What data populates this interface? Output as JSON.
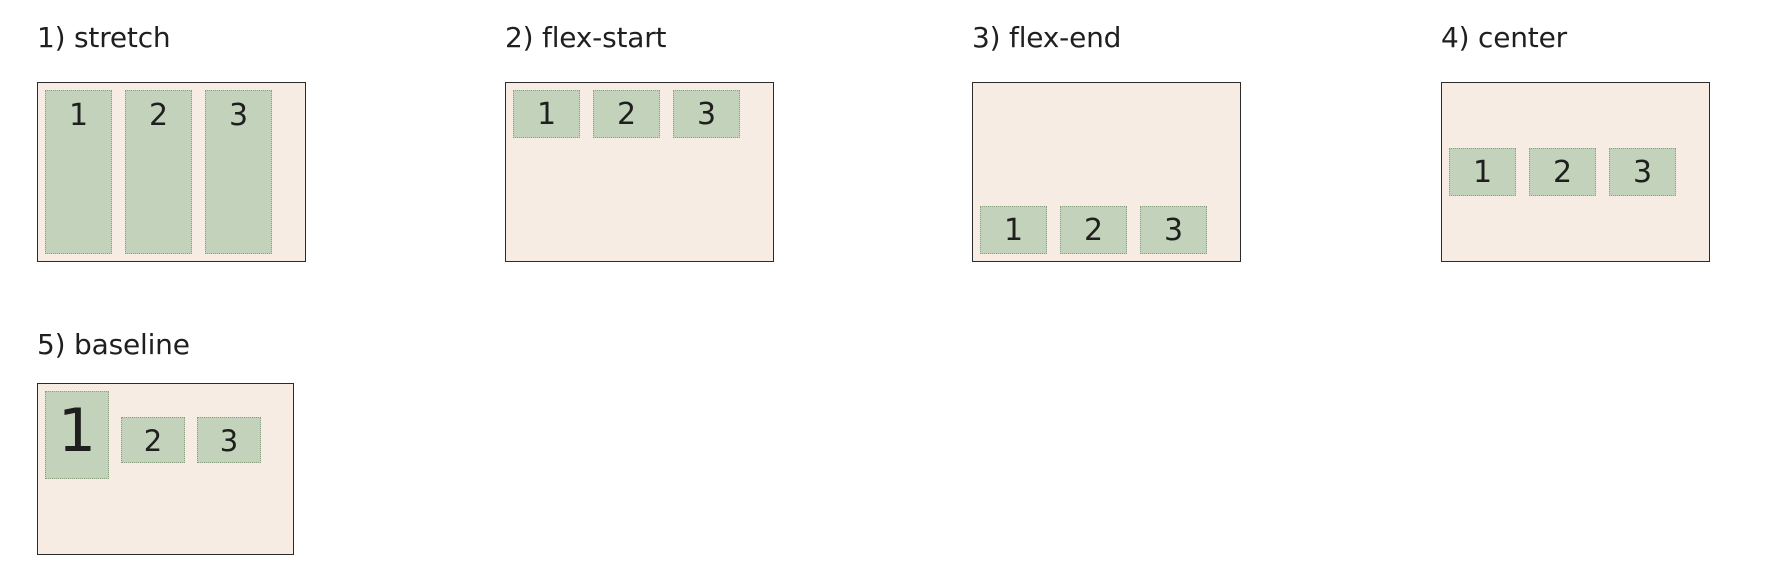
{
  "demos": [
    {
      "title": "1) stretch",
      "align": "stretch",
      "items": [
        "1",
        "2",
        "3"
      ]
    },
    {
      "title": "2) flex-start",
      "align": "flex-start",
      "items": [
        "1",
        "2",
        "3"
      ]
    },
    {
      "title": "3) flex-end",
      "align": "flex-end",
      "items": [
        "1",
        "2",
        "3"
      ]
    },
    {
      "title": "4) center",
      "align": "center",
      "items": [
        "1",
        "2",
        "3"
      ]
    },
    {
      "title": "5) baseline",
      "align": "baseline",
      "items": [
        "1",
        "2",
        "3"
      ]
    }
  ],
  "colors": {
    "container_background": "#f6ece4",
    "container_border": "#2b2b2b",
    "item_background": "#c3d2ba",
    "item_border": "#8aa07e",
    "text": "#1f1f1f"
  }
}
